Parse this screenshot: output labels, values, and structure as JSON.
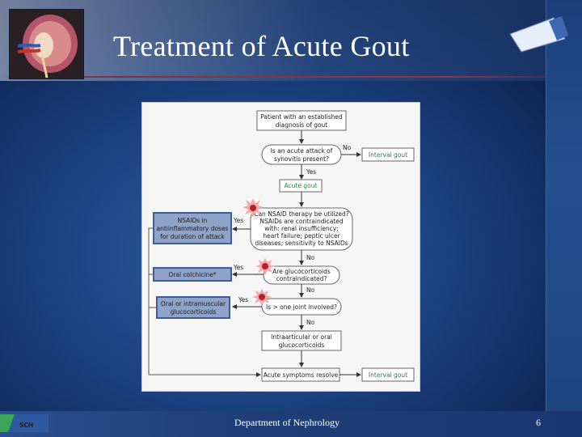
{
  "slide": {
    "title": "Treatment of Acute Gout",
    "footer": "Department of Nephrology",
    "page_number": "6",
    "logo_text": "SCH"
  },
  "flowchart": {
    "start": [
      "Patient with an established",
      "diagnosis of gout"
    ],
    "q_acute": [
      "Is an acute attack of",
      "synovitis present?"
    ],
    "interval_gout": "Interval gout",
    "acute_gout": "Acute gout",
    "q_nsaid": [
      "Can NSAID therapy be utilized?",
      "NSAIDs are contraindicated",
      "with: renal insufficiency;",
      "heart failure; peptic ulcer",
      "diseases; sensitivity to NSAIDs"
    ],
    "nsaids_box": [
      "NSAIDs in",
      "antiinflammatory doses",
      "for duration of attack"
    ],
    "q_gluco": [
      "Are glucocorticoids",
      "contraindicated?"
    ],
    "colchicine": "Oral colchicine*",
    "q_joint": "Is > one joint involved?",
    "oral_im": [
      "Oral or intramuscular",
      "glucocorticoids"
    ],
    "intraart": [
      "Intraarticular or oral",
      "glucocorticoids"
    ],
    "resolve": "Acute symptoms resolve",
    "interval_gout_2": "Interval gout",
    "yes": "Yes",
    "no": "No"
  },
  "colors": {
    "title": "#ffffff",
    "flow_green": "#1e8b3a",
    "highlight_box": "#8fa3c8",
    "highlight_border": "#3d5e9e"
  }
}
